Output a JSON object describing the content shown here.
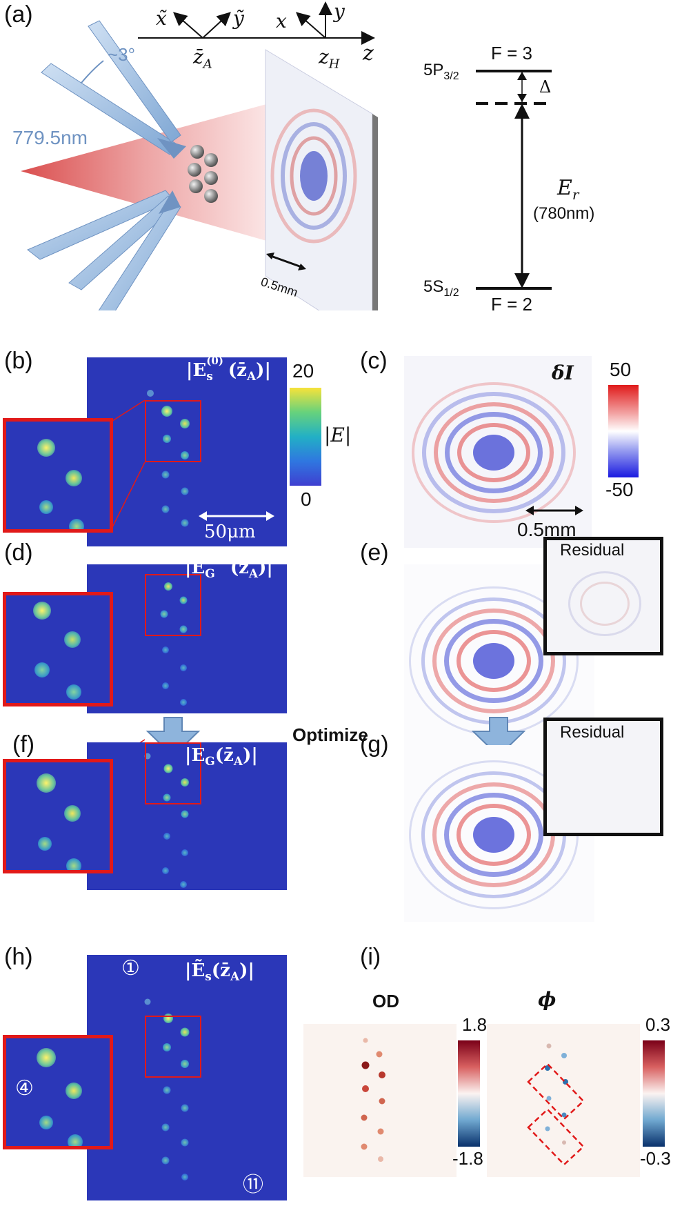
{
  "panel_labels": {
    "a": "(a)",
    "b": "(b)",
    "c": "(c)",
    "d": "(d)",
    "e": "(e)",
    "f": "(f)",
    "g": "(g)",
    "h": "(h)",
    "i": "(i)"
  },
  "axes": {
    "x_tilde": "x̃",
    "y_tilde": "ỹ",
    "x": "x",
    "y": "y",
    "z": "z",
    "z_A": "z̄",
    "z_A_sub": "A",
    "z_H": "z",
    "z_H_sub": "H"
  },
  "setup": {
    "angle": "~3°",
    "wavelength": "779.5nm",
    "scale": "0.5mm"
  },
  "levels": {
    "upper_state": "5P",
    "upper_sub": "3/2",
    "upper_F": "F = 3",
    "lower_state": "5S",
    "lower_sub": "1/2",
    "lower_F": "F = 2",
    "detuning": "Δ",
    "field": "E",
    "field_sub": "r",
    "field_wavelength": "(780nm)"
  },
  "b": {
    "title_pre": "|E",
    "title_sub": "s",
    "title_sup": "(0)",
    "title_post": "(z̄",
    "title_post_sub": "A",
    "title_end": ")|",
    "cbar_max": "20",
    "cbar_min": "0",
    "cbar_label": "|E|",
    "scalebar": "50μm"
  },
  "c": {
    "title": "δI",
    "cbar_max": "50",
    "cbar_min": "-50",
    "scalebar": "0.5mm"
  },
  "d": {
    "title_pre": "|E",
    "title_sub": "G",
    "title_sup": "(0)",
    "title_post": "(z̄",
    "title_post_sub": "A",
    "title_end": ")|"
  },
  "e": {
    "residual": "Residual"
  },
  "optimize": "Optimize",
  "f": {
    "title_pre": "|E",
    "title_sub": "G",
    "title_post": "(z̄",
    "title_post_sub": "A",
    "title_end": ")|"
  },
  "g": {
    "residual": "Residual"
  },
  "h": {
    "title_pre": "|Ẽ",
    "title_sub": "s",
    "title_post": "(z̄",
    "title_post_sub": "A",
    "title_end": ")|",
    "marker_1": "①",
    "marker_4": "④",
    "marker_11": "⑪"
  },
  "i": {
    "od_title": "OD",
    "od_max": "1.8",
    "od_min": "-1.8",
    "phi_title": "ϕ",
    "phi_max": "0.3",
    "phi_min": "-0.3"
  },
  "colors": {
    "field_blue": "#2b37b8",
    "inset_red": "#e11919",
    "arrow_blue": "#8eb4dc"
  }
}
